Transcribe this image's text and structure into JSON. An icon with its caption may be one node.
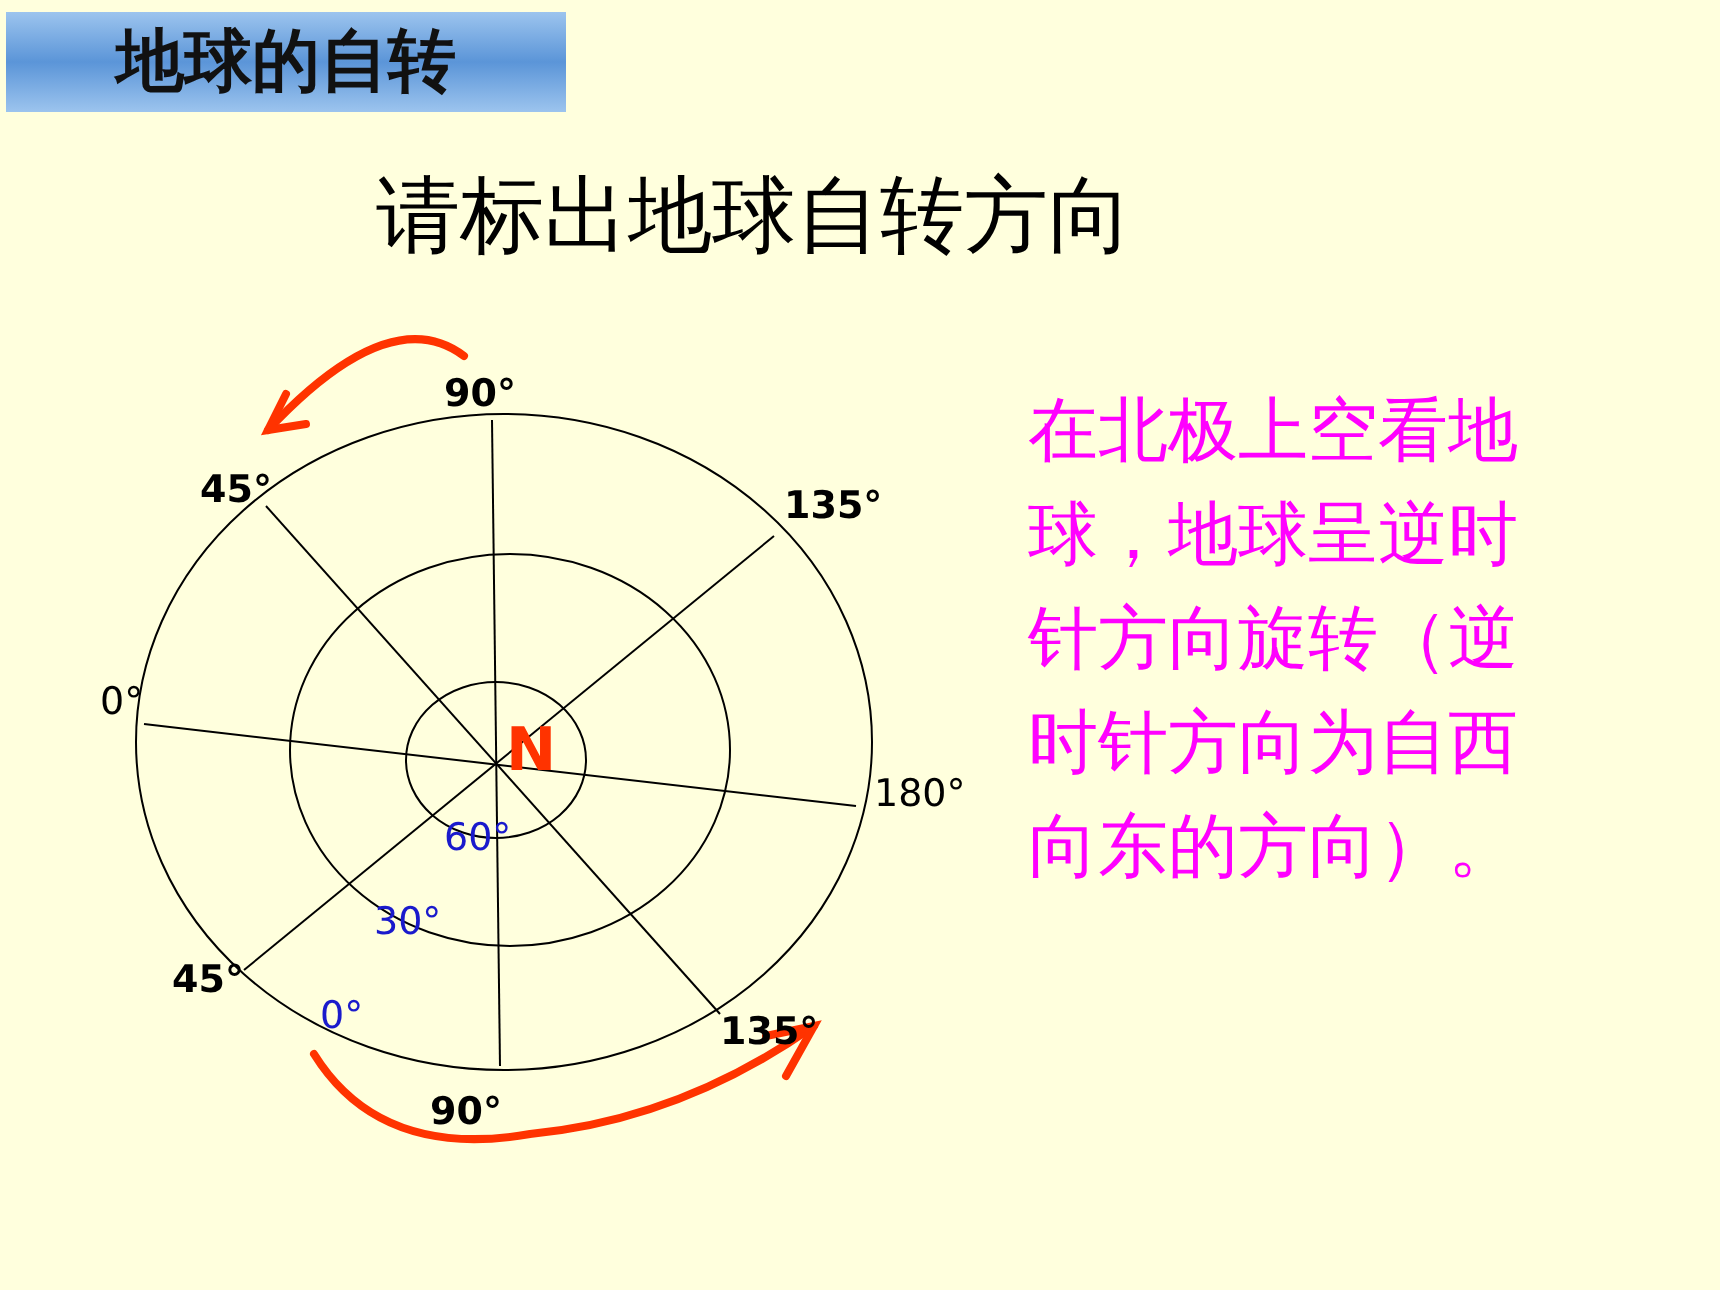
{
  "diagram": {
    "title": "请标出地球自转方向",
    "nodes": [
      {
        "text": [
          "地球的自转"
        ]
      }
    ],
    "edges": [],
    "labels": [
      "90°",
      "45°",
      "135°",
      "0°",
      "N",
      "180°",
      "60°",
      "30°",
      "45°",
      "0°",
      "135°",
      "90°",
      "在北极上空看地球，地球呈逆时针方向旋转（逆时针方向为自西向东的方向）。"
    ]
  }
}
